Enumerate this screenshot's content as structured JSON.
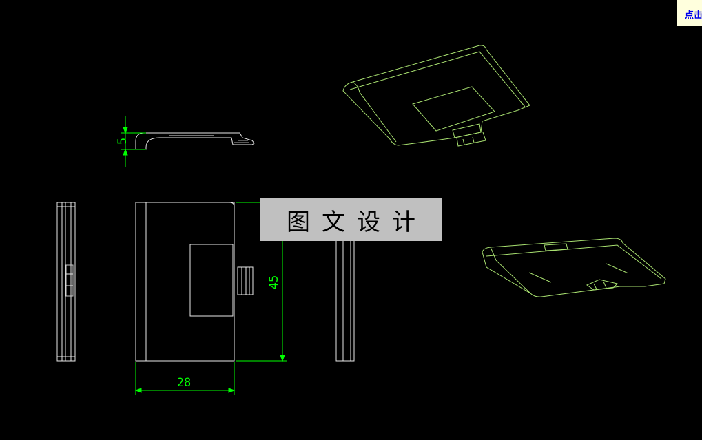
{
  "banner": {
    "text": "图文设计"
  },
  "corner_link": {
    "text": "点击"
  },
  "dimensions": {
    "side_height": "5",
    "width": "28",
    "height": "45"
  },
  "colors": {
    "background": "#000000",
    "outline": "#e0e0e0",
    "dimension": "#00ff00",
    "model_edge": "#a8e070"
  }
}
